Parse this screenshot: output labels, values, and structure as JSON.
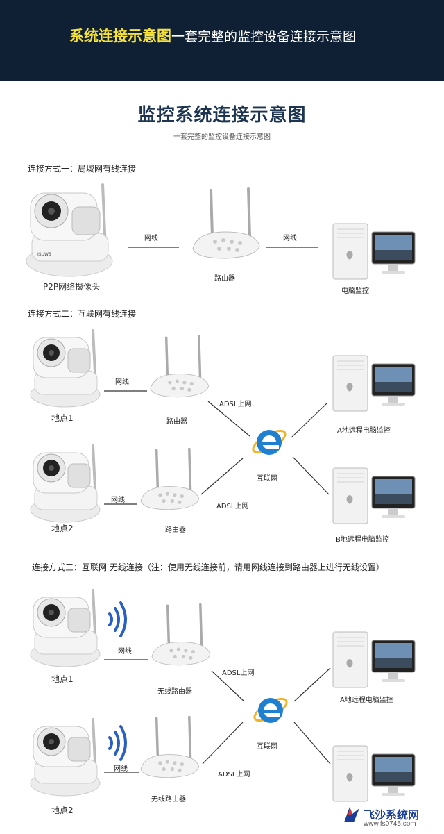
{
  "banner": {
    "title": "系统连接示意图",
    "subtitle": "一套完整的监控设备连接示意图"
  },
  "header": {
    "title": "监控系统连接示意图",
    "subtitle": "一套完整的监控设备连接示意图"
  },
  "section1": {
    "heading": "连接方式一：局域网有线连接",
    "camera_label": "P2P网络摄像头",
    "cable1": "网线",
    "router_label": "路由器",
    "cable2": "网线",
    "pc_label": "电脑监控"
  },
  "section2": {
    "heading": "连接方式二：互联网有线连接",
    "site1_label": "地点1",
    "site1_cable": "网线",
    "site1_router": "路由器",
    "site1_adsl": "ADSL上网",
    "site2_label": "地点2",
    "site2_cable": "网线",
    "site2_router": "路由器",
    "site2_adsl": "ADSL上网",
    "internet_label": "互联网",
    "pc_a_label": "A地远程电脑监控",
    "pc_b_label": "B地远程电脑监控"
  },
  "section3": {
    "heading": "连接方式三：互联网 无线连接（注：使用无线连接前，请用网线连接到路由器上进行无线设置）",
    "site1_label": "地点1",
    "site1_cable": "网线",
    "site1_router": "无线路由器",
    "site1_adsl": "ADSL上网",
    "site2_label": "地点2",
    "site2_cable": "网线",
    "site2_router": "无线路由器",
    "site2_adsl": "ADSL上网",
    "internet_label": "互联网",
    "pc_a_label": "A地远程电脑监控"
  },
  "watermark": {
    "site": "飞沙系统网",
    "url": "www.fs0745.com"
  },
  "colors": {
    "banner_bg": "#0f2035",
    "banner_accent": "#f5e23a",
    "title_color": "#1d3550",
    "ie_blue": "#1f7fd0",
    "wifi_blue": "#2a5fc4"
  }
}
